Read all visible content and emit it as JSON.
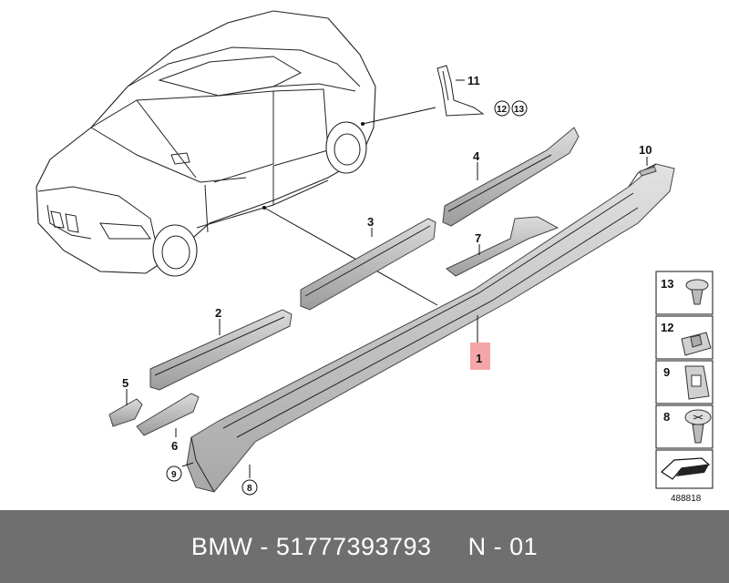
{
  "callouts": {
    "c1": "1",
    "c2": "2",
    "c3": "3",
    "c4": "4",
    "c5": "5",
    "c6": "6",
    "c7": "7",
    "c8": "8",
    "c9": "9",
    "c10": "10",
    "c11": "11",
    "c12": "12",
    "c13": "13"
  },
  "legend": {
    "items": [
      {
        "number": "13",
        "icon": "push-rivet-icon"
      },
      {
        "number": "12",
        "icon": "clip-nut-icon"
      },
      {
        "number": "9",
        "icon": "clamp-icon"
      },
      {
        "number": "8",
        "icon": "expanding-rivet-icon"
      }
    ],
    "last_icon": "arrow-tool-icon"
  },
  "diagram_ref": "488818",
  "footer": {
    "brand": "BMW",
    "separator": " - ",
    "part_number": "51777393793",
    "page": "N - 01"
  },
  "colors": {
    "footer_bg": "#6f6f6f",
    "highlight": "#f4a6a8",
    "part_gray": "#c8c8c8"
  }
}
